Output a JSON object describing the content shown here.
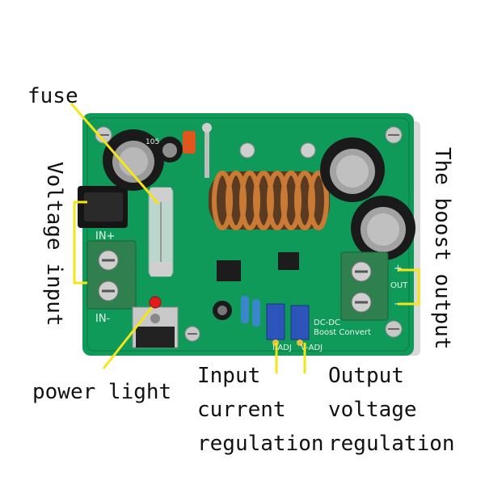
{
  "annotations": {
    "fuse": "fuse",
    "voltage_input": "Voltage input",
    "boost_output": "The boost output",
    "power_light": "power light",
    "input_current_regulation": [
      "Input",
      "current",
      "regulation"
    ],
    "output_voltage_regulation": [
      "Output",
      "voltage",
      "regulation"
    ]
  },
  "silkscreen": {
    "in_plus": "IN+",
    "in_minus": "IN-",
    "out": "OUT",
    "plus": "+",
    "minus": "−",
    "dcdc": "DC-DC",
    "boost_converter": "Boost Convert",
    "i_adj": "I-ADJ",
    "v_adj": "V-ADJ"
  },
  "colors": {
    "pcb": "#0f9a5a",
    "annotation_line": "#f5e418",
    "capacitor": "#1a1a1a",
    "terminal": "#2a7a4a"
  }
}
